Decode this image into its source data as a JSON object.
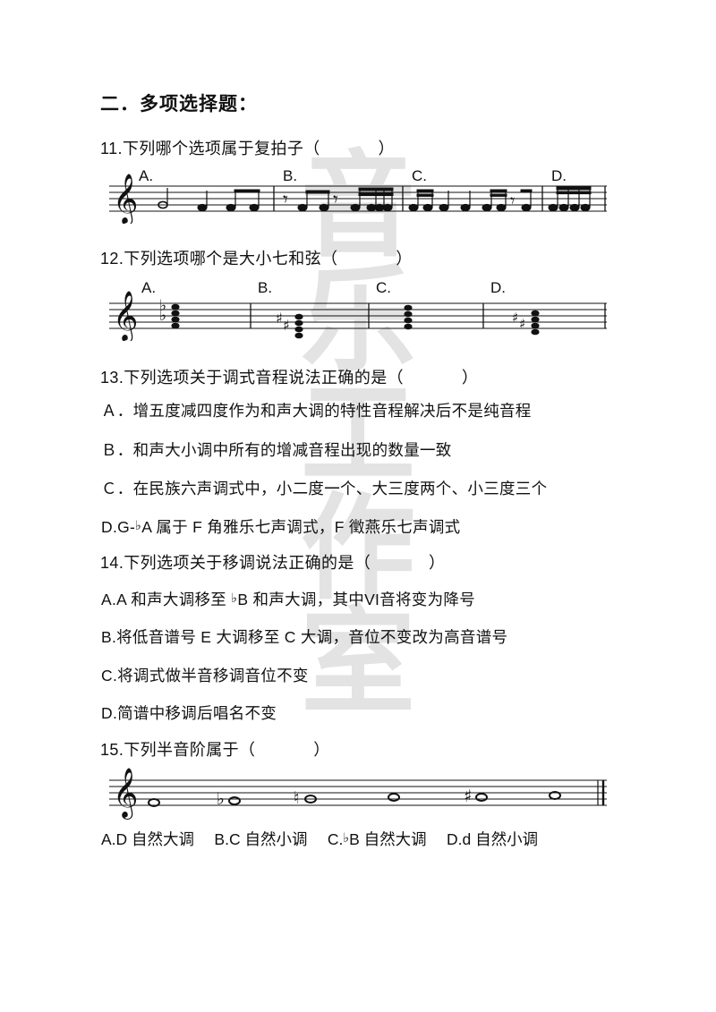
{
  "document": {
    "section_heading": "二．多项选择题：",
    "watermark_text": "音乐工作室"
  },
  "questions": [
    {
      "id": "q11",
      "number": "11.",
      "stem": "11.下列哪个选项属于复拍子（            ）",
      "staff_labels": [
        "A.",
        "B.",
        "C.",
        "D."
      ],
      "staff_type": "rhythm",
      "clef": "treble"
    },
    {
      "id": "q12",
      "number": "12.",
      "stem": "12.下列选项哪个是大小七和弦（            ）",
      "staff_labels": [
        "A.",
        "B.",
        "C.",
        "D."
      ],
      "staff_type": "chords",
      "clef": "treble"
    },
    {
      "id": "q13",
      "number": "13.",
      "stem": "13.下列选项关于调式音程说法正确的是（            ）",
      "options": [
        "Ａ．增五度减四度作为和声大调的特性音程解决后不是纯音程",
        "Ｂ．和声大小调中所有的增减音程出现的数量一致",
        "Ｃ．在民族六声调式中，小二度一个、大三度两个、小三度三个"
      ],
      "option_d_pre": "D.G-",
      "option_d_flat": "♭",
      "option_d_post": "A 属于 F 角雅乐七声调式，F 徵燕乐七声调式"
    },
    {
      "id": "q14",
      "number": "14.",
      "stem": "14.下列选项关于移调说法正确的是（            ）",
      "option_a_pre": "A.A 和声大调移至 ",
      "option_a_flat": "♭",
      "option_a_post": "B 和声大调，其中VI音将变为降号",
      "options_rest": [
        "B.将低音谱号 E 大调移至 C 大调，音位不变改为高音谱号",
        "C.将调式做半音移调音位不变",
        "D.简谱中移调后唱名不变"
      ]
    },
    {
      "id": "q15",
      "number": "15.",
      "stem": "15.下列半音阶属于（            ）",
      "staff_type": "scale",
      "clef": "treble",
      "answers": {
        "a": "A.D 自然大调",
        "b": "B.C 自然小调",
        "c_pre": "C.",
        "c_flat": "♭",
        "c_post": "B 自然大调",
        "d": "D.d 自然小调"
      }
    }
  ],
  "colors": {
    "ink": "#111111",
    "paper": "#ffffff",
    "watermark": "#e3e3e3"
  }
}
